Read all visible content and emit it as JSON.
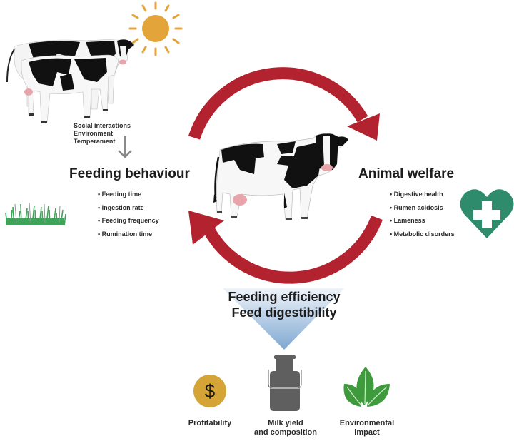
{
  "influences": {
    "items": [
      "Social interactions",
      "Environment",
      "Temperament"
    ],
    "icon": "sun-icon"
  },
  "feeding_behaviour": {
    "title": "Feeding behaviour",
    "items": [
      "Feeding time",
      "Ingestion rate",
      "Feeding frequency",
      "Rumination time"
    ],
    "icon": "grass-icon"
  },
  "animal_welfare": {
    "title": "Animal welfare",
    "items": [
      "Digestive health",
      "Rumen acidosis",
      "Lameness",
      "Metabolic disorders"
    ],
    "icon": "heart-plus-icon"
  },
  "center": {
    "line1": "Feeding efficiency",
    "line2": "Feed digestibility"
  },
  "outcomes": [
    {
      "label_line1": "Profitability",
      "label_line2": "",
      "icon": "dollar-coin-icon"
    },
    {
      "label_line1": "Milk yield",
      "label_line2": "and composition",
      "icon": "milk-can-icon"
    },
    {
      "label_line1": "Environmental",
      "label_line2": "impact",
      "icon": "leaves-icon"
    }
  ],
  "colors": {
    "cycle_arrow": "#b3232f",
    "sun": "#e3a43a",
    "heart": "#2e8b6b",
    "grass": "#3fa35a",
    "coin": "#d4a536",
    "milk_can": "#5f5f5f",
    "leaves": "#3f9a3e",
    "funnel_top": "#e8f0f8",
    "funnel_bottom": "#7fa8d2"
  }
}
